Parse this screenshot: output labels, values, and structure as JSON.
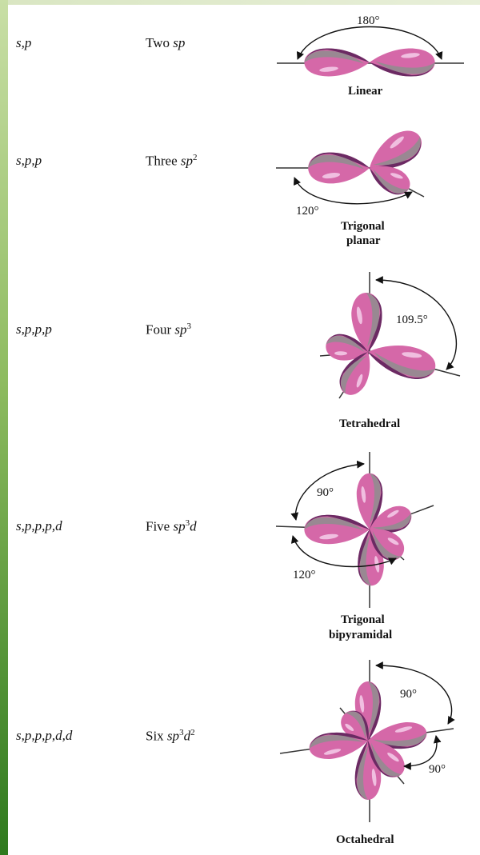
{
  "colors": {
    "lobe_light": "#d568a8",
    "lobe_dark": "#6b2a63",
    "lobe_gray": "#8e8e8e",
    "highlight": "#f0bfe0",
    "sidebar": "#5a9a3a"
  },
  "rows": [
    {
      "orbitals": "s,p",
      "hyb_prefix": "Two ",
      "hyb_sp": "sp",
      "hyb_sup": "",
      "hyb_rest": "",
      "geometry": [
        "Linear"
      ],
      "angles": [
        "180°"
      ]
    },
    {
      "orbitals": "s,p,p",
      "hyb_prefix": "Three ",
      "hyb_sp": "sp",
      "hyb_sup": "2",
      "hyb_rest": "",
      "geometry": [
        "Trigonal",
        "planar"
      ],
      "angles": [
        "120°"
      ]
    },
    {
      "orbitals": "s,p,p,p",
      "hyb_prefix": "Four ",
      "hyb_sp": "sp",
      "hyb_sup": "3",
      "hyb_rest": "",
      "geometry": [
        "Tetrahedral"
      ],
      "angles": [
        "109.5°"
      ]
    },
    {
      "orbitals": "s,p,p,p,d",
      "hyb_prefix": "Five ",
      "hyb_sp": "sp",
      "hyb_sup": "3",
      "hyb_rest": "d",
      "geometry": [
        "Trigonal",
        "bipyramidal"
      ],
      "angles": [
        "90°",
        "120°"
      ]
    },
    {
      "orbitals": "s,p,p,p,d,d",
      "hyb_prefix": "Six ",
      "hyb_sp": "sp",
      "hyb_sup": "3",
      "hyb_rest": "d",
      "hyb_sup2": "2",
      "geometry": [
        "Octahedral"
      ],
      "angles": [
        "90°",
        "90°"
      ]
    }
  ]
}
